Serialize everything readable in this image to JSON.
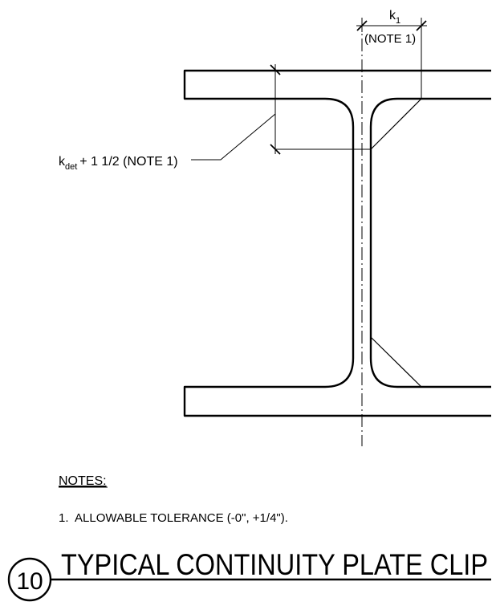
{
  "dimensions": {
    "k1": {
      "main": "k",
      "sub": "1",
      "note": "(NOTE 1)"
    },
    "kdet": {
      "main": "k",
      "sub": "det",
      "rest": "+ 1 1/2 (NOTE 1)"
    }
  },
  "notes": {
    "heading": "NOTES:",
    "items": [
      "1.  ALLOWABLE TOLERANCE (-0\", +1/4\")."
    ]
  },
  "detail": {
    "number": "10",
    "title": "TYPICAL CONTINUITY PLATE CLIP"
  }
}
